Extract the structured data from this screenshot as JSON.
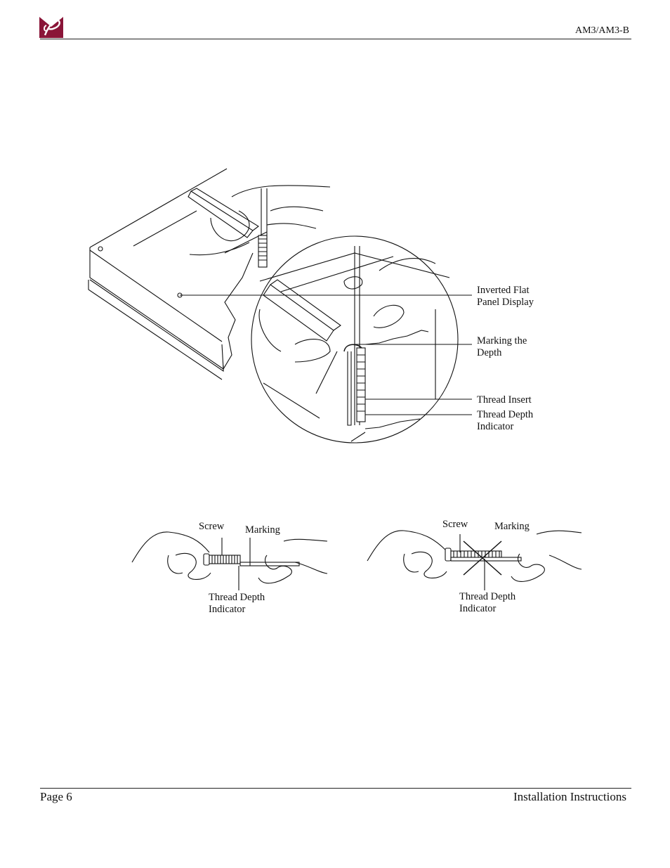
{
  "header": {
    "model": "AM3/AM3-B",
    "logo_color": "#8a1538"
  },
  "figure1": {
    "label_display_1": "Inverted Flat",
    "label_display_2": "Panel Display",
    "label_marking_1": "Marking the",
    "label_marking_2": "Depth",
    "label_insert": "Thread Insert",
    "label_indicator_1": "Thread Depth",
    "label_indicator_2": "Indicator"
  },
  "figure2_left": {
    "screw": "Screw",
    "marking": "Marking",
    "indicator_1": "Thread Depth",
    "indicator_2": "Indicator"
  },
  "figure2_right": {
    "screw": "Screw",
    "marking": "Marking",
    "indicator_1": "Thread Depth",
    "indicator_2": "Indicator"
  },
  "footer": {
    "page": "Page 6",
    "title": "Installation Instructions"
  }
}
